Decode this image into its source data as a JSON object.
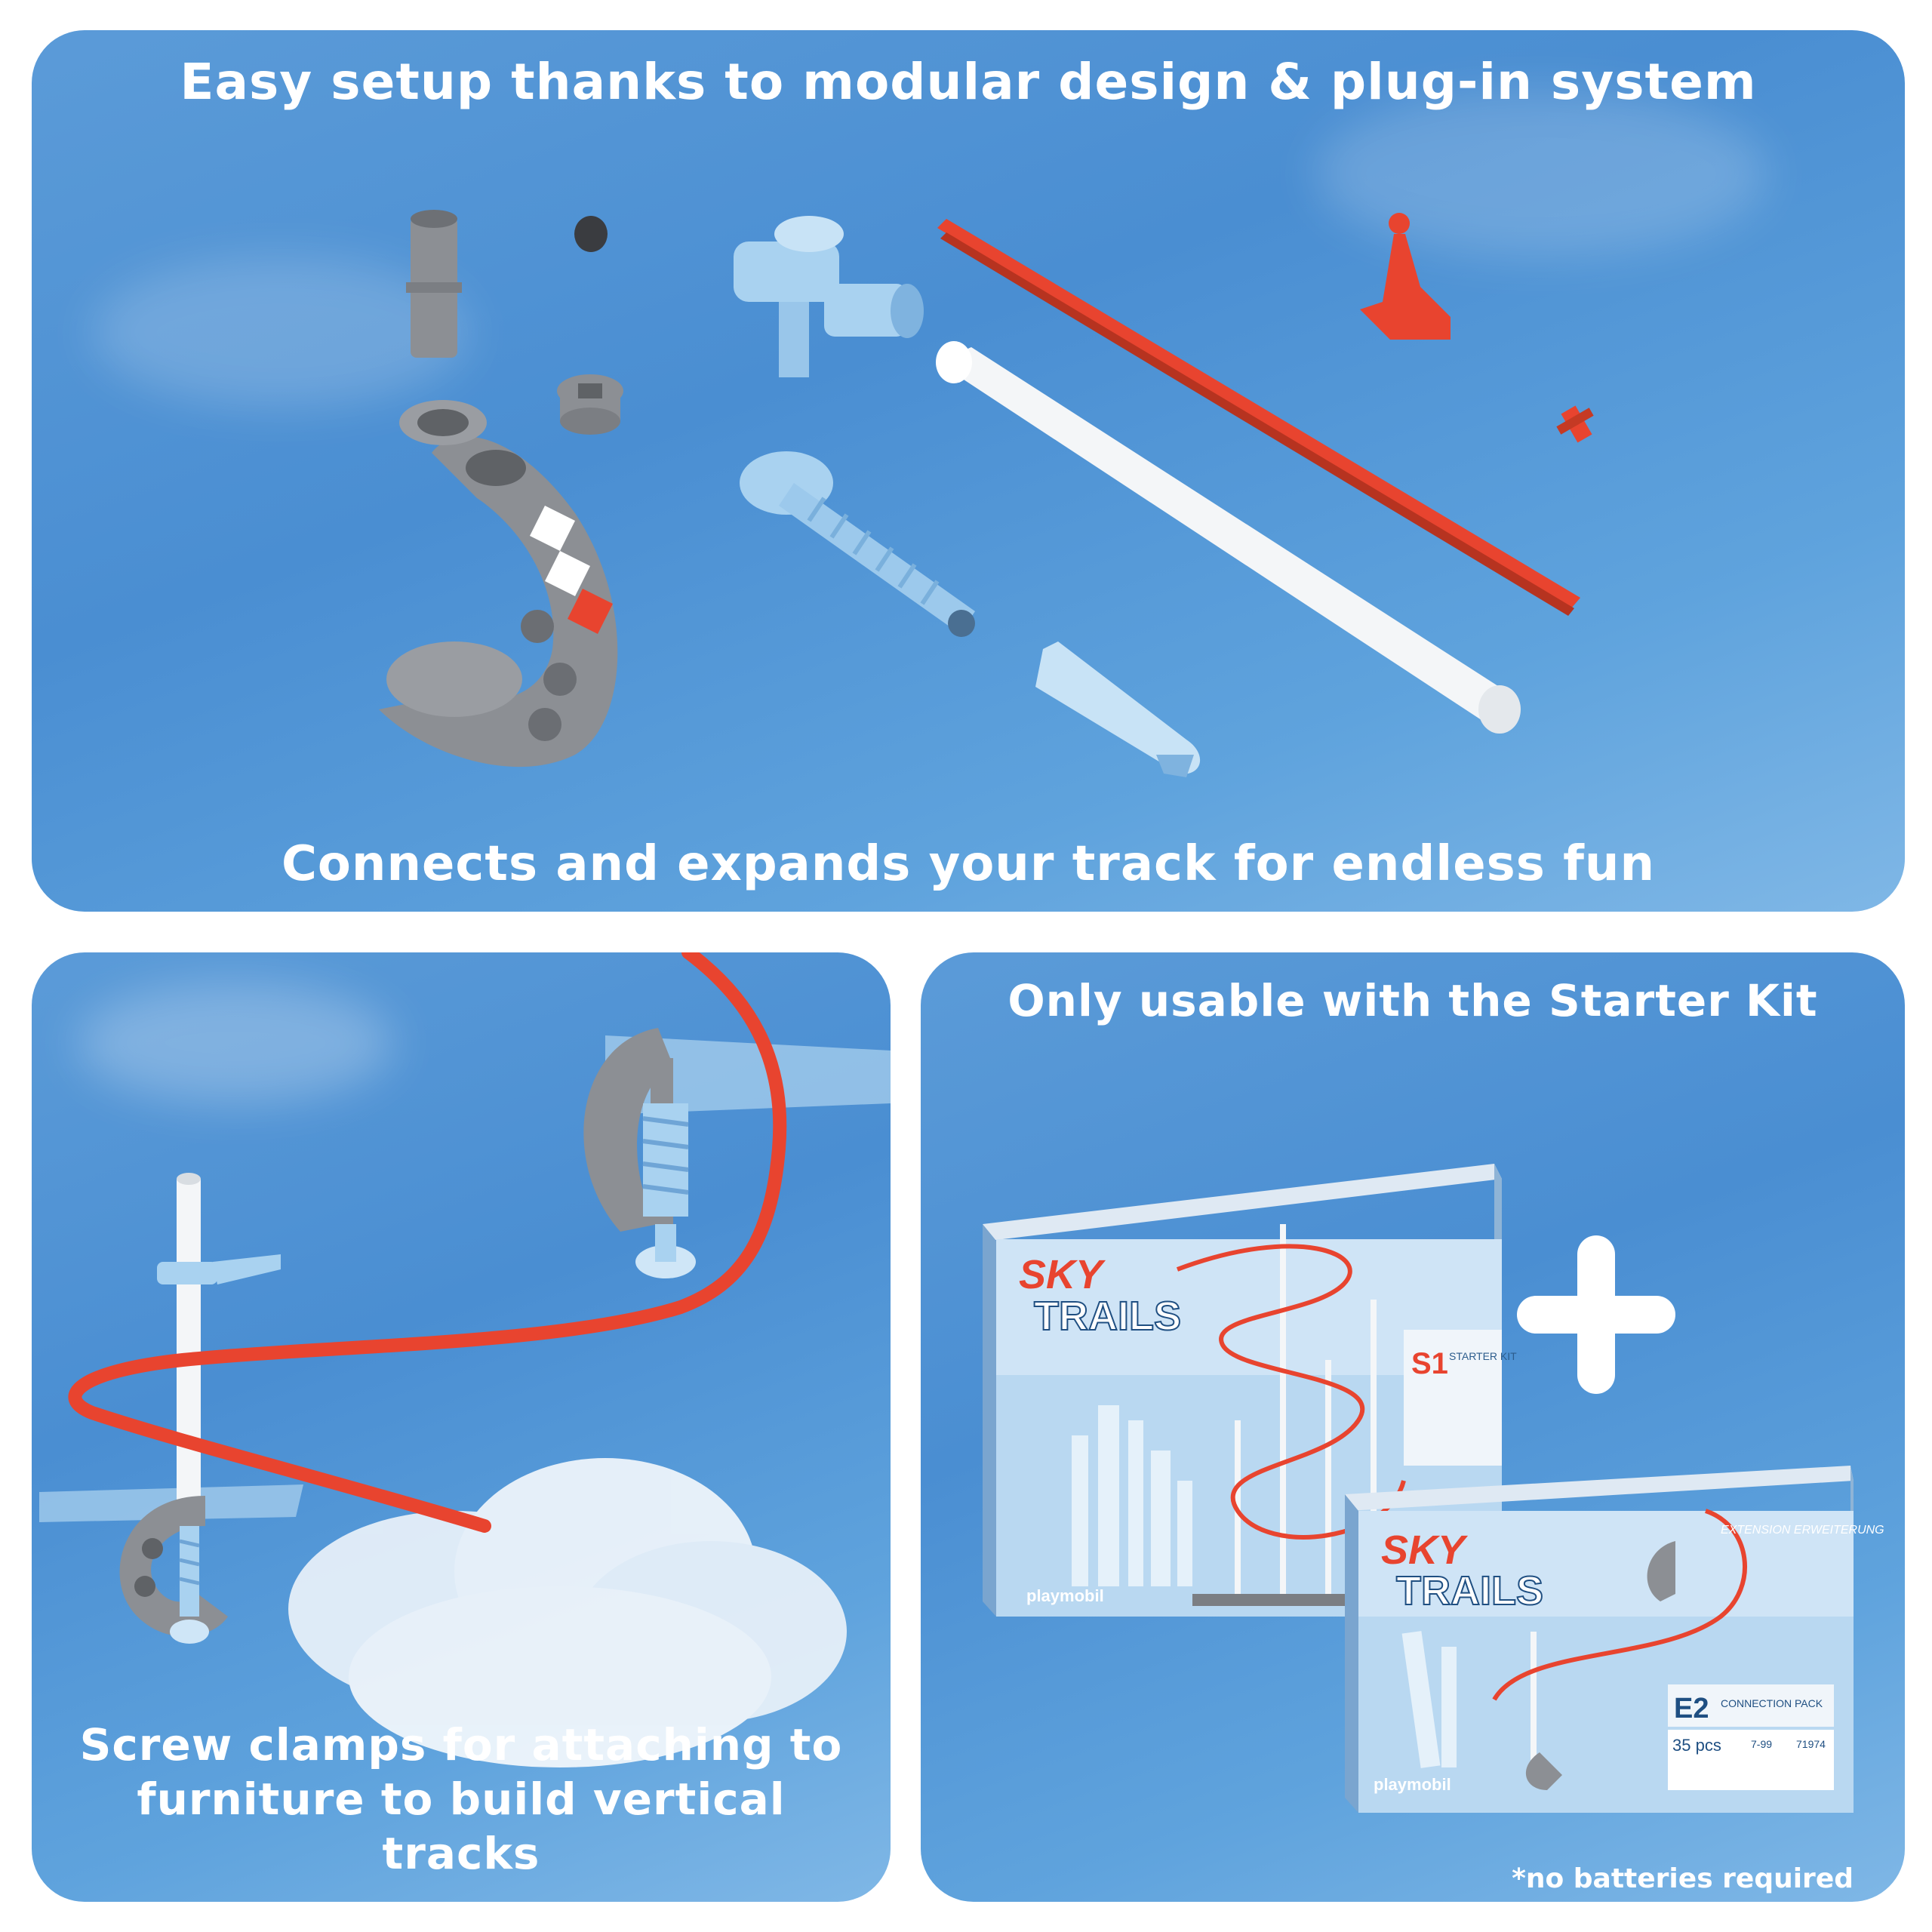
{
  "top_panel": {
    "title": "Easy setup thanks to modular design & plug-in system",
    "subtitle": "Connects and expands your track for endless fun"
  },
  "bottom_left_panel": {
    "caption_line1": "Screw clamps for attaching to",
    "caption_line2": "furniture to build vertical tracks"
  },
  "bottom_right_panel": {
    "title": "Only usable with the Starter Kit",
    "footnote": "*no batteries required",
    "box_s1": {
      "brand_top": "SKY",
      "brand_bottom": "TRAILS",
      "code": "S1",
      "kit_label": "STARTER KIT",
      "logo": "playmobil"
    },
    "box_e2": {
      "brand_top": "SKY",
      "brand_bottom": "TRAILS",
      "code": "E2",
      "pack_label": "CONNECTION PACK",
      "ext_label": "EXTENSION ERWEITERUNG",
      "pcs": "35 pcs",
      "age": "7-99",
      "item_no": "71974",
      "logo": "playmobil"
    }
  },
  "colors": {
    "sky": "#4a8ed2",
    "track_red": "#e8442f",
    "clamp_grey": "#8a8d92",
    "connector_blue": "#a9d2f0"
  }
}
